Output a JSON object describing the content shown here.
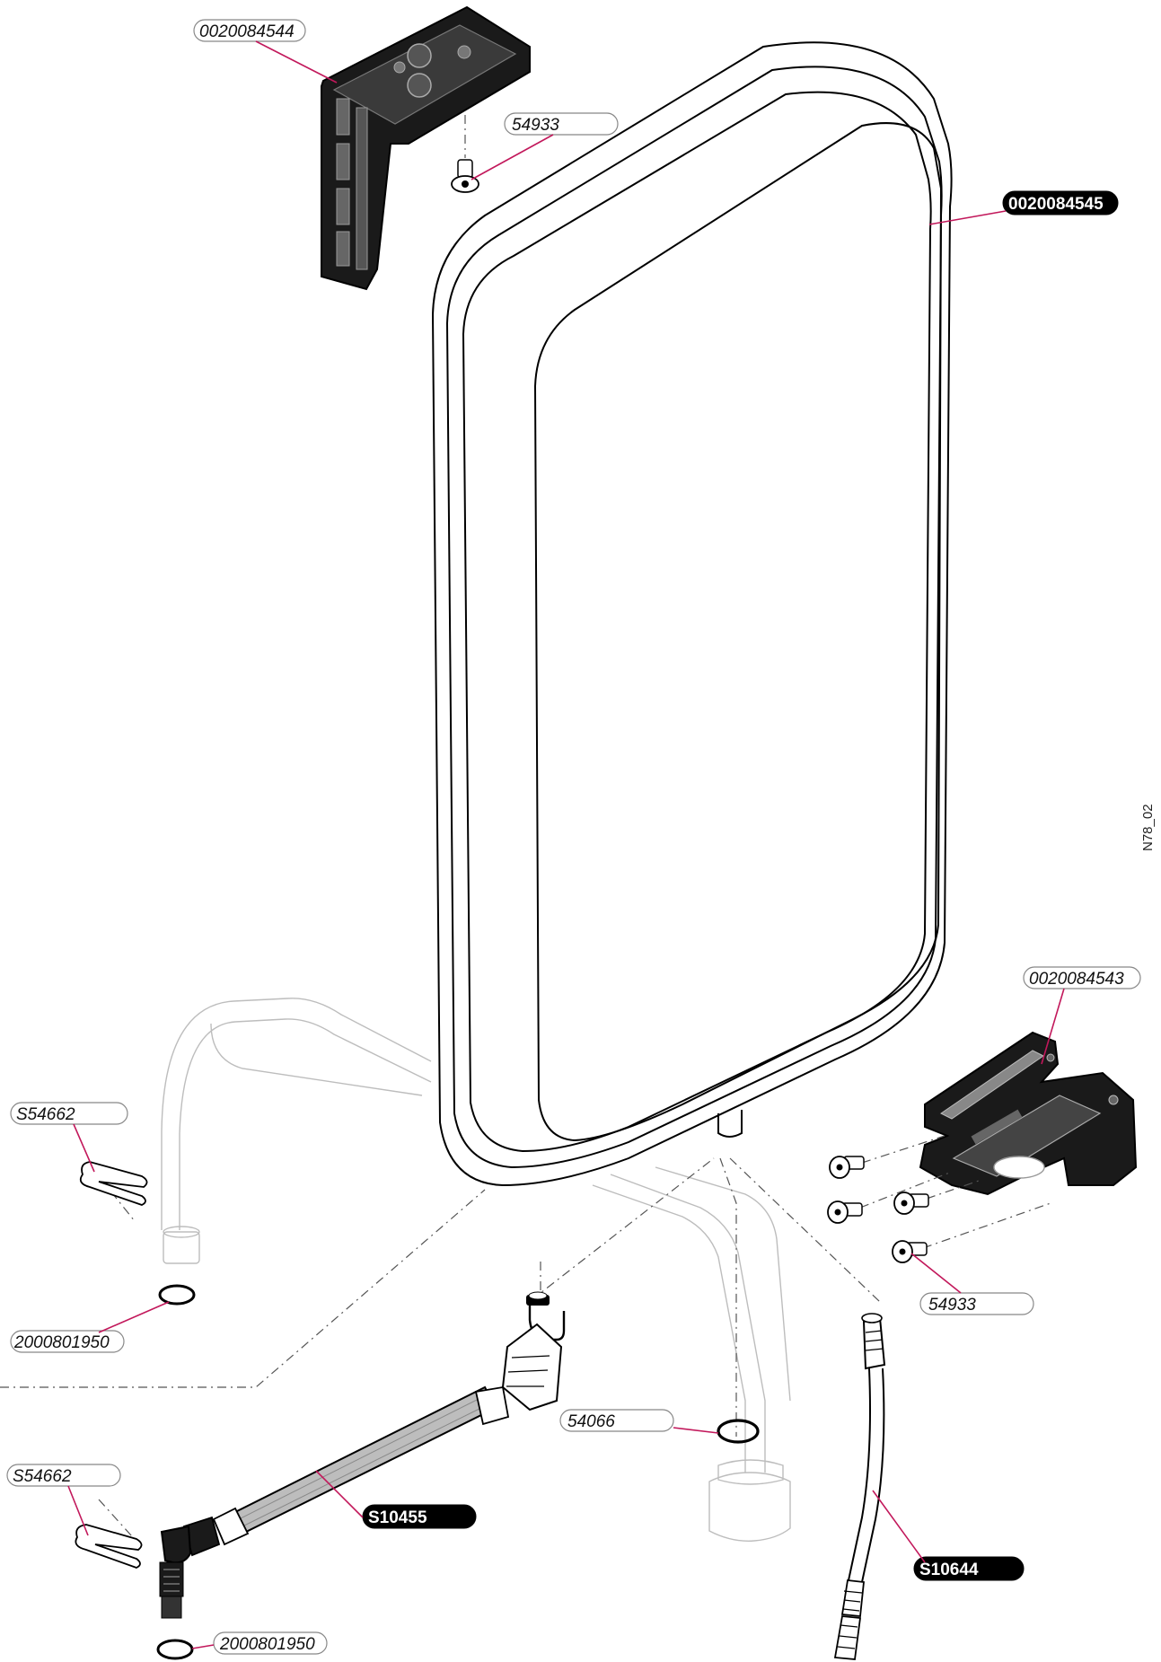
{
  "drawing_code": "N78_02",
  "part_labels": {
    "bracket_top": "0020084544",
    "screw_top": "54933",
    "tank": "0020084545",
    "bracket_bottom": "0020084543",
    "clip_upper": "S54662",
    "oring_upper": "2000801950",
    "screws_bottom": "54933",
    "oring_middle": "54066",
    "clip_lower": "S54662",
    "hose_main": "S10455",
    "hose_right": "S10644",
    "oring_lower": "2000801950"
  },
  "colors": {
    "leader_line": "#c2185b",
    "highlight_label_bg": "#000000",
    "ghost_part": "#bdbdbd"
  }
}
